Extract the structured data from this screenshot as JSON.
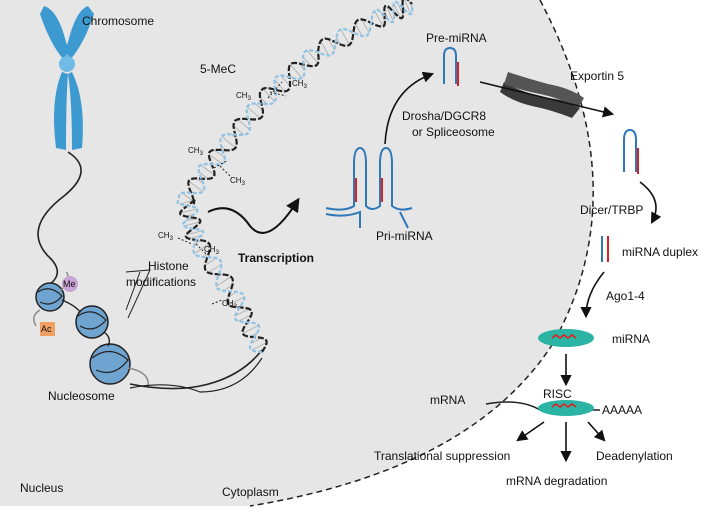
{
  "nucleus": {
    "label": "Nucleus",
    "chromosome_label": "Chromosome",
    "histone_label_line1": "Histone",
    "histone_label_line2": "modifications",
    "me_mark": "Me",
    "ac_mark": "Ac",
    "nucleosome_label": "Nucleosome",
    "methylation_label": "5-MeC",
    "methyl_label": "CH",
    "methyl_subscript": "3",
    "transcription_label": "Transcription",
    "pri_mirna_label": "Pri-miRNA",
    "processing_line1": "Drosha/DGCR8",
    "processing_line2": "or Spliceosome",
    "pre_mirna_label": "Pre-miRNA"
  },
  "cytoplasm": {
    "label": "Cytoplasm",
    "exportin_label": "Exportin 5",
    "dicer_label": "Dicer/TRBP",
    "duplex_label": "miRNA duplex",
    "ago_label": "Ago1-4",
    "mirna_label": "miRNA",
    "risc_label": "RISC",
    "mrna_label": "mRNA",
    "polya_label": "AAAAA",
    "outcomes": [
      "Translational suppression",
      "mRNA degradation",
      "Deadenylation"
    ]
  },
  "colors": {
    "nucleus_fill": "#e6e6e6",
    "chromosome_blue": "#3d9ad1",
    "nucleosome_blue": "#6fa3d0",
    "strand_dark": "#222222",
    "strand_light": "#8fc3e6",
    "rna_blue": "#2e78b8",
    "rna_red": "#e02020",
    "risc_teal": "#2bb3a3",
    "me_purple": "#c9a3d6",
    "ac_orange": "#f0a060",
    "exportin_gray": "#3a3a3a"
  }
}
